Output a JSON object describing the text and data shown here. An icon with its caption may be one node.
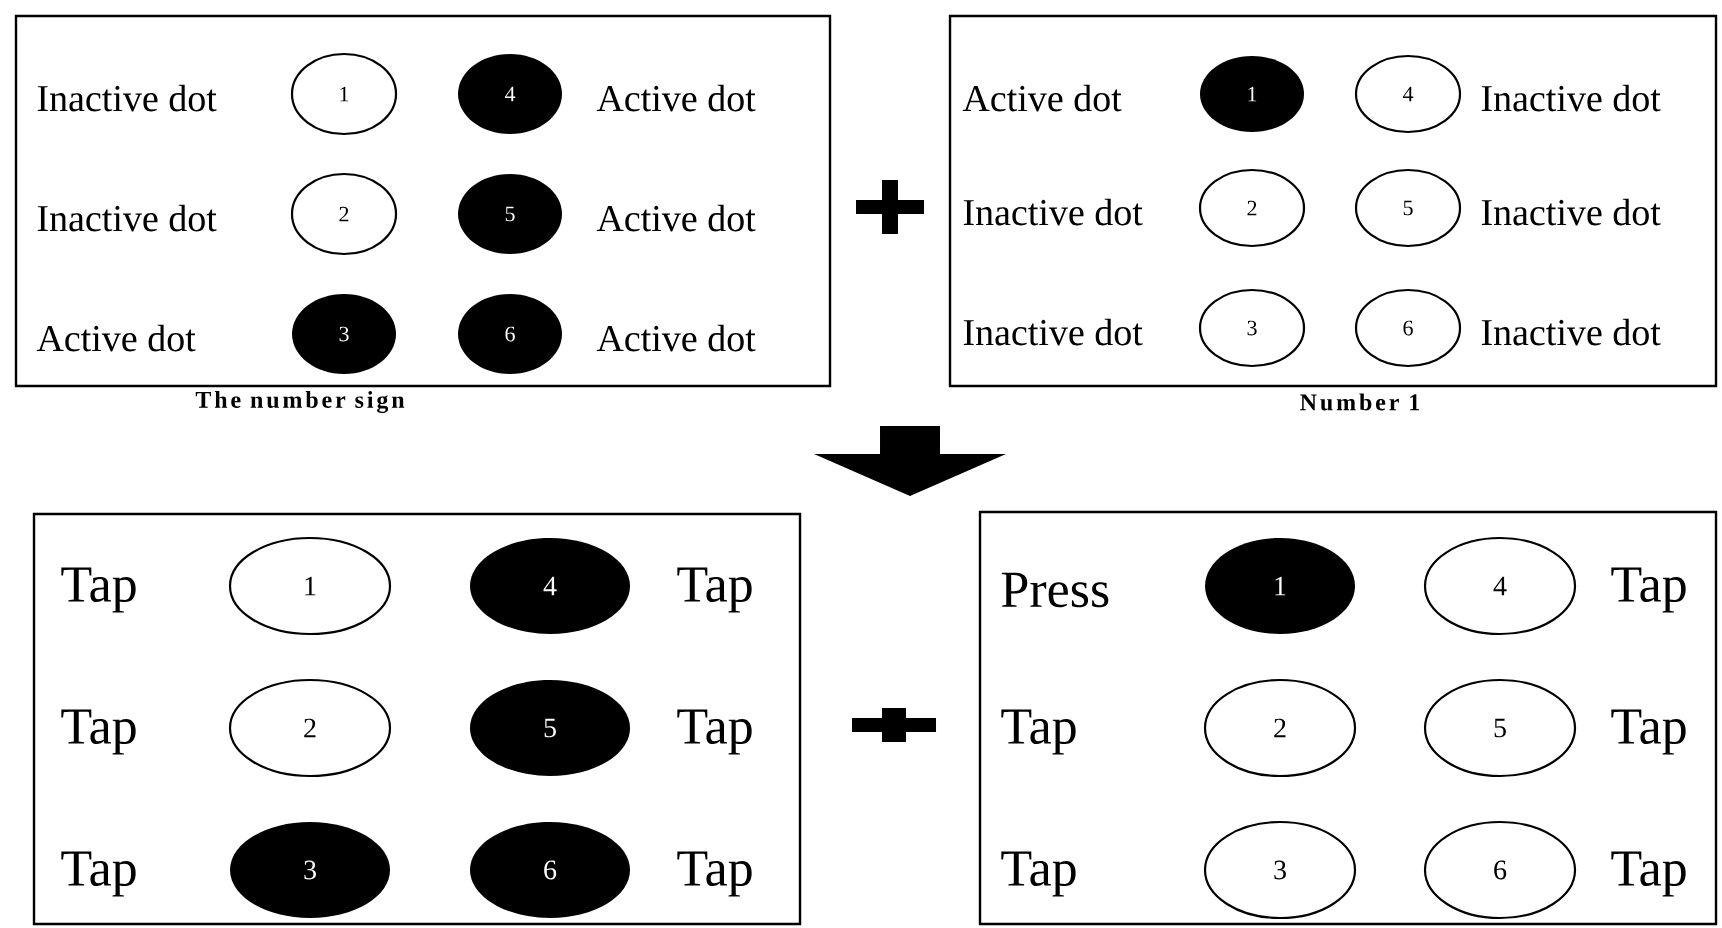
{
  "diagram": {
    "nodes": [
      {
        "text": [],
        "shape": "box",
        "beside": [
          "The number sign"
        ]
      },
      {
        "text": [
          "1"
        ],
        "in": 0
      },
      {
        "text": [
          "4"
        ],
        "in": 0
      },
      {
        "text": [
          "2"
        ],
        "in": 0
      },
      {
        "text": [
          "5"
        ],
        "in": 0
      },
      {
        "text": [
          "3"
        ],
        "in": 0
      },
      {
        "text": [
          "6"
        ],
        "in": 0
      },
      {
        "text": [],
        "shape": "box",
        "beside": [
          "Number 1"
        ]
      },
      {
        "text": [
          "1"
        ],
        "in": 7
      },
      {
        "text": [
          "4"
        ],
        "in": 7
      },
      {
        "text": [
          "2"
        ],
        "in": 7
      },
      {
        "text": [
          "5"
        ],
        "in": 7
      },
      {
        "text": [
          "3"
        ],
        "in": 7
      },
      {
        "text": [
          "6"
        ],
        "in": 7
      },
      {
        "text": [],
        "shape": "box"
      },
      {
        "text": [
          "1"
        ],
        "in": 14
      },
      {
        "text": [
          "4"
        ],
        "in": 14
      },
      {
        "text": [
          "2"
        ],
        "in": 14
      },
      {
        "text": [
          "5"
        ],
        "in": 14
      },
      {
        "text": [
          "3"
        ],
        "in": 14
      },
      {
        "text": [
          "6"
        ],
        "in": 14
      },
      {
        "text": [],
        "shape": "box"
      },
      {
        "text": [
          "1"
        ],
        "in": 21
      },
      {
        "text": [
          "4"
        ],
        "in": 21
      },
      {
        "text": [
          "2"
        ],
        "in": 21
      },
      {
        "text": [
          "5"
        ],
        "in": 21
      },
      {
        "text": [
          "3"
        ],
        "in": 21
      },
      {
        "text": [
          "6"
        ],
        "in": 21
      }
    ],
    "labels": [
      "Inactive dot",
      "Active dot",
      "Inactive dot",
      "Active dot",
      "Active dot",
      "Active dot",
      "Active dot",
      "Inactive dot",
      "Inactive dot",
      "Inactive dot",
      "Inactive dot",
      "Inactive dot",
      "Tap",
      "Tap",
      "Tap",
      "Tap",
      "Tap",
      "Tap",
      "Press",
      "Tap",
      "Tap",
      "Tap",
      "Tap",
      "Tap"
    ]
  }
}
